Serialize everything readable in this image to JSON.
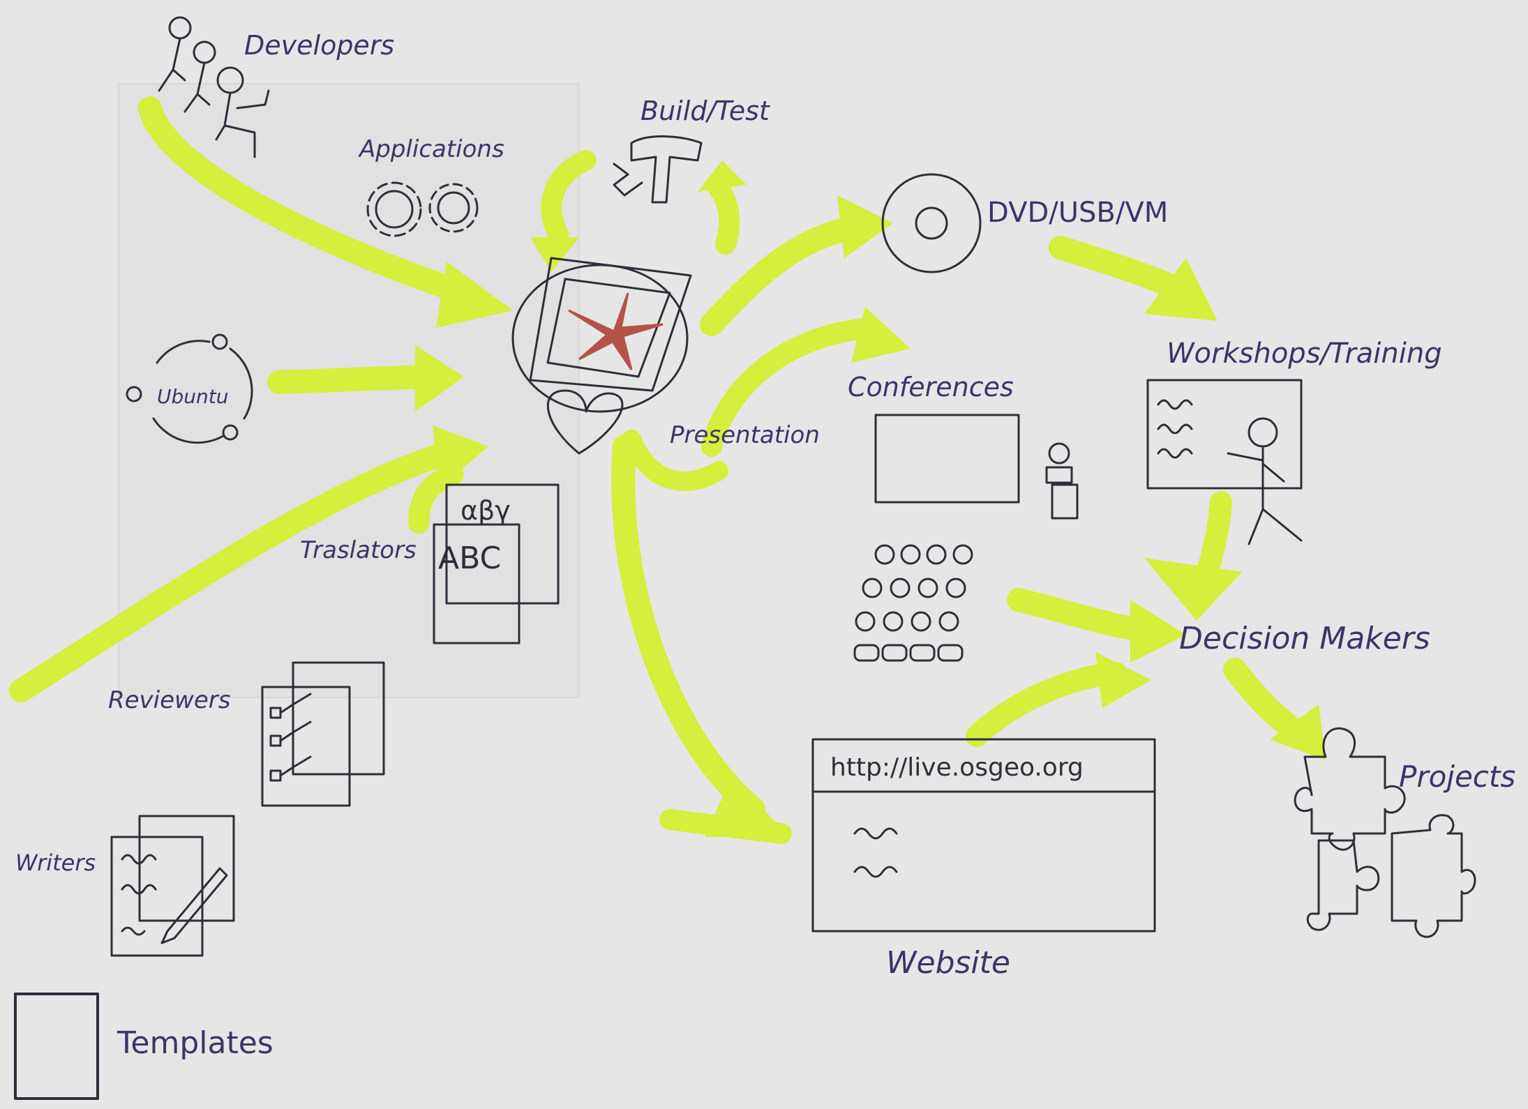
{
  "colors": {
    "paper": "#e6e6e6",
    "ink": "#2e2e3a",
    "label_ink": "#3a3566",
    "highlighter": "#d6ee3c",
    "star": "#b5524a"
  },
  "labels": {
    "developers": "Developers",
    "applications": "Applications",
    "build_test": "Build/Test",
    "dvd_usb_vm": "DVD/USB/VM",
    "ubuntu": "Ubuntu",
    "presentation": "Presentation",
    "conferences": "Conferences",
    "workshops_training": "Workshops/Training",
    "translators": "Traslators",
    "decision_makers": "Decision Makers",
    "reviewers": "Reviewers",
    "writers": "Writers",
    "projects": "Projects",
    "website": "Website",
    "templates": "Templates",
    "url": "http://live.osgeo.org",
    "greek_letters": "αβγ",
    "latin_letters": "ABC"
  },
  "icons": [
    "developers-icon",
    "gears-icon",
    "hammer-icon",
    "disc-icon",
    "ubuntu-logo-icon",
    "compass-star-icon",
    "heart-icon",
    "screen-icon",
    "podium-icon",
    "audience-icon",
    "whiteboard-teacher-icon",
    "documents-icon",
    "checklist-icon",
    "writing-pencil-icon",
    "puzzle-icon",
    "browser-window-icon",
    "template-icon"
  ]
}
